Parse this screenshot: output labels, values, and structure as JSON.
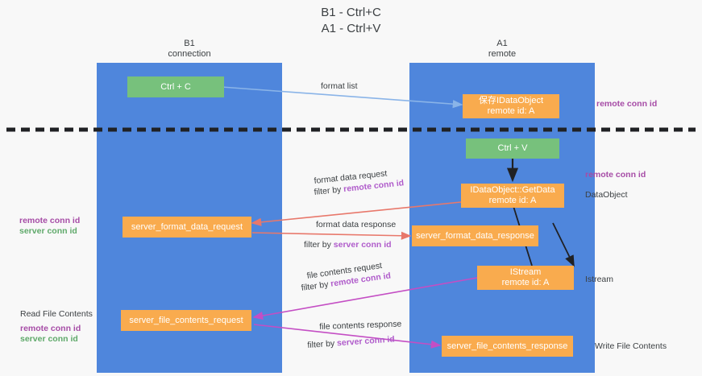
{
  "title": {
    "line1": "B1 - Ctrl+C",
    "line2": "A1 - Ctrl+V"
  },
  "colors": {
    "lane": "#4f86dc",
    "green_box": "#77c17c",
    "orange_box": "#f9ab4e",
    "purple_text": "#a64ca6",
    "green_text": "#5fa96a",
    "arrow_blue": "#8ab4e8",
    "arrow_red": "#e8786b",
    "arrow_magenta": "#c44ec4",
    "arrow_black": "#202124",
    "divider": "#202124"
  },
  "columns": [
    {
      "id": "b1",
      "name": "B1",
      "sub": "connection"
    },
    {
      "id": "a1",
      "name": "A1",
      "sub": "remote"
    }
  ],
  "boxes": [
    {
      "id": "ctrl-c",
      "color": "green",
      "lines": [
        "Ctrl + C"
      ]
    },
    {
      "id": "save-idataobject",
      "color": "orange",
      "lines": [
        "保存IDataObject",
        "remote id: A"
      ]
    },
    {
      "id": "ctrl-v",
      "color": "green",
      "lines": [
        "Ctrl + V"
      ]
    },
    {
      "id": "idataobject-getdata",
      "color": "orange",
      "lines": [
        "IDataObject::GetData",
        "remote id: A"
      ]
    },
    {
      "id": "server-format-data-request",
      "color": "orange",
      "lines": [
        "server_format_data_request"
      ]
    },
    {
      "id": "server-format-data-response",
      "color": "orange",
      "lines": [
        "server_format_data_response"
      ]
    },
    {
      "id": "istream",
      "color": "orange",
      "lines": [
        "IStream",
        "remote id: A"
      ]
    },
    {
      "id": "server-file-contents-request",
      "color": "orange",
      "lines": [
        "server_file_contents_request"
      ]
    },
    {
      "id": "server-file-contents-response",
      "color": "orange",
      "lines": [
        "server_file_contents_response"
      ]
    }
  ],
  "edge_labels": {
    "format_list": "format list",
    "format_data_request": "format data request",
    "format_data_request_filter_prefix": "filter by ",
    "format_data_request_filter_key": "remote conn id",
    "format_data_response": "format data response",
    "format_data_response_filter_prefix": "filter by ",
    "format_data_response_filter_key": "server conn id",
    "file_contents_request": "file contents request",
    "file_contents_request_filter_prefix": "filter by ",
    "file_contents_request_filter_key": "remote conn id",
    "file_contents_response": "file contents response",
    "file_contents_response_filter_prefix": "filter by ",
    "file_contents_response_filter_key": "server conn id"
  },
  "annotations": {
    "right_remote_conn_id_top": "remote conn id",
    "right_remote_conn_id_mid": "remote conn id",
    "right_dataobject": "DataObject",
    "right_istream": "Istream",
    "right_write_file_contents": "Write File Contents",
    "left_remote_conn_id_mid": "remote conn id",
    "left_server_conn_id_mid": "server conn id",
    "left_read_file_contents": "Read File Contents",
    "left_remote_conn_id_bottom": "remote conn id",
    "left_server_conn_id_bottom": "server conn id"
  }
}
